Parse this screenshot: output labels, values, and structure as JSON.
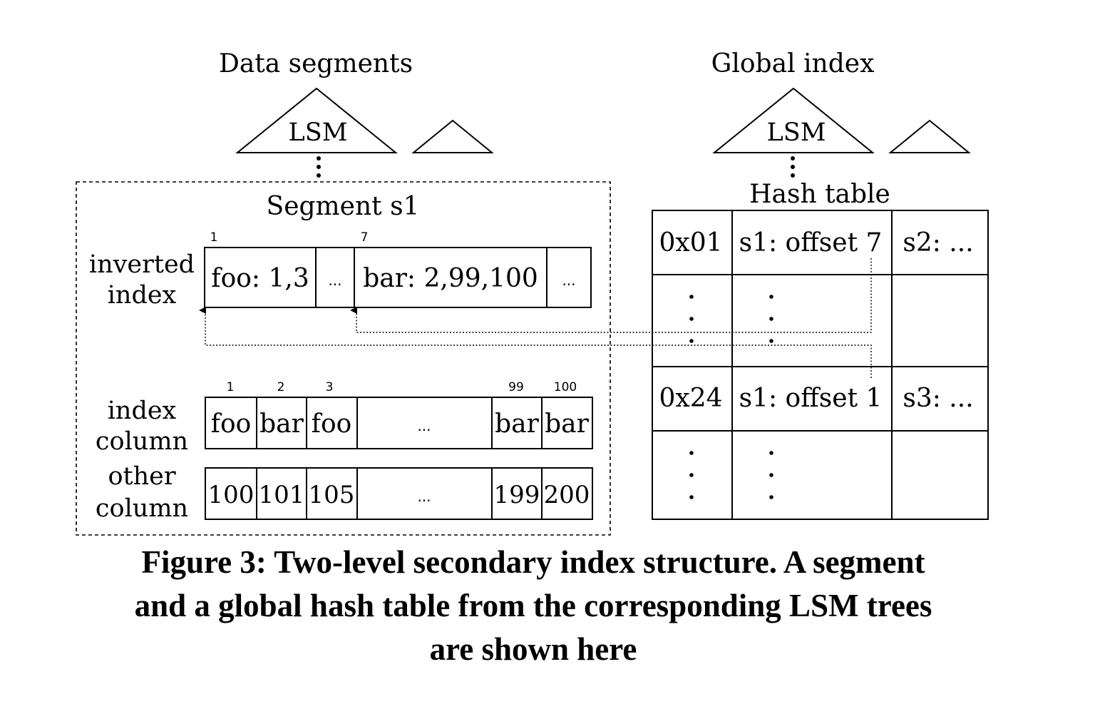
{
  "left": {
    "title": "Data segments",
    "lsm_label": "LSM",
    "segment_title": "Segment s1",
    "inverted_index": {
      "label_line1": "inverted",
      "label_line2": "index",
      "offsets": [
        "1",
        "7"
      ],
      "cells": [
        "foo: 1,3",
        "...",
        "bar: 2,99,100",
        "..."
      ]
    },
    "index_column": {
      "label_line1": "index",
      "label_line2": "column",
      "row_numbers": [
        "1",
        "2",
        "3",
        "99",
        "100"
      ],
      "cells": [
        "foo",
        "bar",
        "foo",
        "...",
        "bar",
        "bar"
      ]
    },
    "other_column": {
      "label_line1": "other",
      "label_line2": "column",
      "cells": [
        "100",
        "101",
        "105",
        "...",
        "199",
        "200"
      ]
    }
  },
  "right": {
    "title": "Global index",
    "lsm_label": "LSM",
    "hash_title": "Hash table",
    "rows": [
      [
        "0x01",
        "s1: offset 7",
        "s2: ..."
      ],
      [
        "0x24",
        "s1: offset 1",
        "s3: ..."
      ]
    ]
  },
  "caption": {
    "line1": "Figure 3: Two-level secondary index structure. A segment",
    "line2": "and a global hash table from the corresponding LSM trees",
    "line3": "are shown here"
  }
}
